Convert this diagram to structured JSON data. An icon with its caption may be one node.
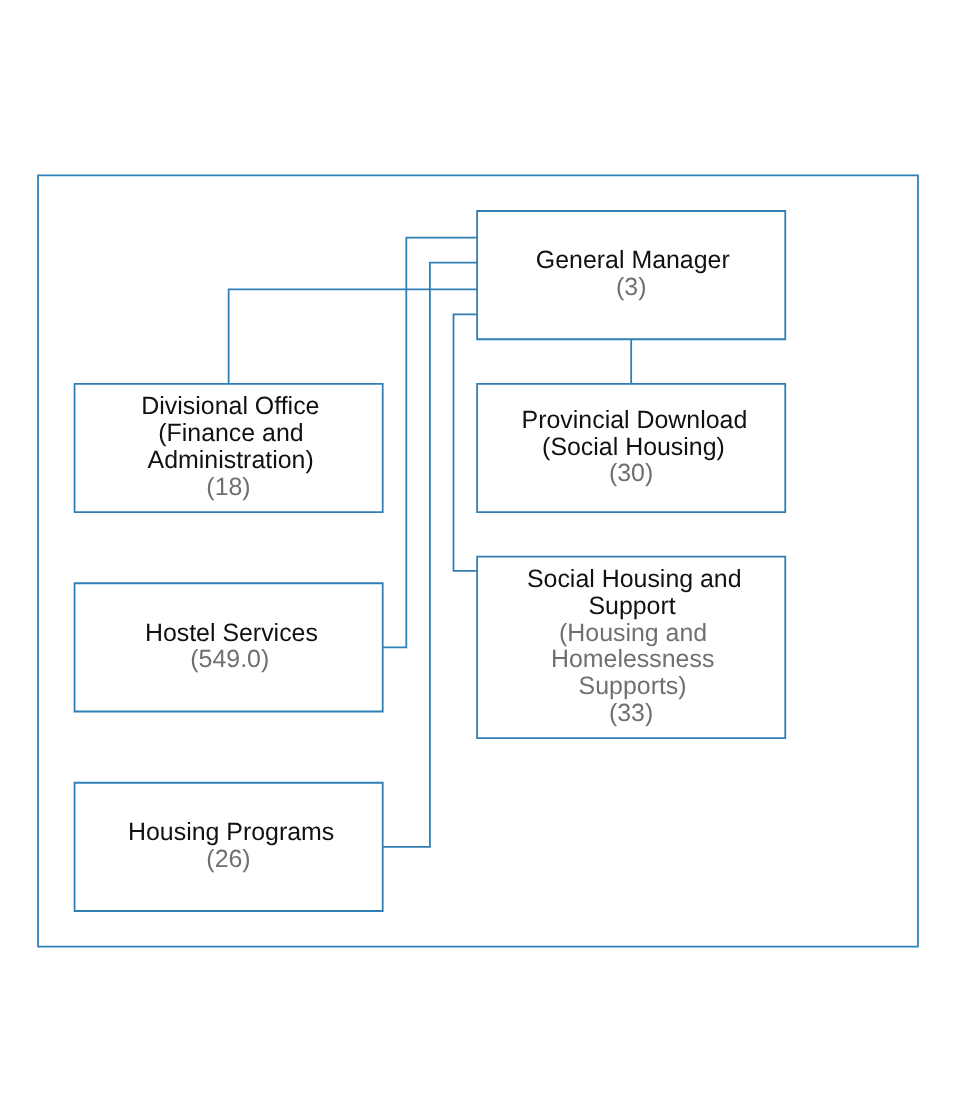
{
  "diagram": {
    "nodes": [
      {
        "text": [],
        "shape": "box"
      },
      {
        "text": [
          "General Manager",
          "(3)"
        ],
        "in": 0
      },
      {
        "text": [
          "Divisional Office (Finance and Administration)",
          "(18)"
        ],
        "in": 0
      },
      {
        "text": [
          "Provincial Download (Social Housing)",
          "(30)"
        ],
        "in": 0
      },
      {
        "text": [
          "Hostel Services",
          "(549.0)"
        ],
        "in": 0
      },
      {
        "text": [
          "Social Housing and Support",
          "(Housing and Homelessness Supports)",
          "(33)"
        ],
        "in": 0
      },
      {
        "text": [
          "Housing Programs",
          "(26)"
        ],
        "in": 0
      }
    ],
    "edges": [
      {
        "from": 1,
        "to": 2,
        "arrow": "none"
      },
      {
        "from": 1,
        "to": 3,
        "arrow": "none"
      },
      {
        "from": 1,
        "to": 4,
        "arrow": "none"
      },
      {
        "from": 1,
        "to": 5,
        "arrow": "none"
      },
      {
        "from": 1,
        "to": 6,
        "arrow": "none"
      }
    ]
  }
}
